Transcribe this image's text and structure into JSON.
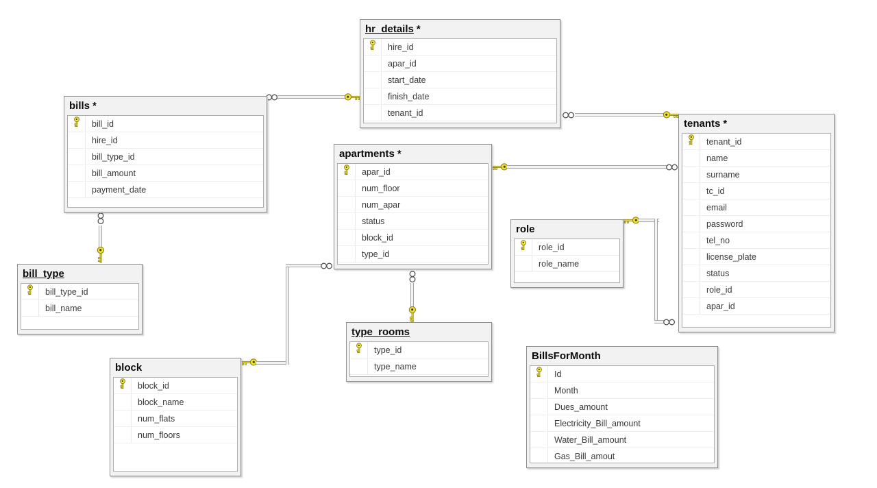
{
  "colors": {
    "key_yellow": "#f1e336",
    "key_outline": "#8a7d15",
    "connector_gray": "#a6a6a6",
    "table_header_bg": "#f2f2f2",
    "row_text": "#3a3a3a"
  },
  "icons": {
    "primary_key": "key-icon",
    "one_end": "key-icon",
    "many_end": "infinity-icon"
  },
  "tables": {
    "hr_details": {
      "label": "hr_details",
      "star": "*",
      "columns": [
        {
          "name": "hire_id",
          "pk": true
        },
        {
          "name": "apar_id",
          "pk": false
        },
        {
          "name": "start_date",
          "pk": false
        },
        {
          "name": "finish_date",
          "pk": false
        },
        {
          "name": "tenant_id",
          "pk": false
        }
      ]
    },
    "bills": {
      "label": "bills",
      "star": "*",
      "columns": [
        {
          "name": "bill_id",
          "pk": true
        },
        {
          "name": "hire_id",
          "pk": false
        },
        {
          "name": "bill_type_id",
          "pk": false
        },
        {
          "name": "bill_amount",
          "pk": false
        },
        {
          "name": "payment_date",
          "pk": false
        }
      ]
    },
    "tenants": {
      "label": "tenants",
      "star": "*",
      "columns": [
        {
          "name": "tenant_id",
          "pk": true
        },
        {
          "name": "name",
          "pk": false
        },
        {
          "name": "surname",
          "pk": false
        },
        {
          "name": "tc_id",
          "pk": false
        },
        {
          "name": "email",
          "pk": false
        },
        {
          "name": "password",
          "pk": false
        },
        {
          "name": "tel_no",
          "pk": false
        },
        {
          "name": "license_plate",
          "pk": false
        },
        {
          "name": "status",
          "pk": false
        },
        {
          "name": "role_id",
          "pk": false
        },
        {
          "name": "apar_id",
          "pk": false
        }
      ]
    },
    "apartments": {
      "label": "apartments",
      "star": "*",
      "columns": [
        {
          "name": "apar_id",
          "pk": true
        },
        {
          "name": "num_floor",
          "pk": false
        },
        {
          "name": "num_apar",
          "pk": false
        },
        {
          "name": "status",
          "pk": false
        },
        {
          "name": "block_id",
          "pk": false
        },
        {
          "name": "type_id",
          "pk": false
        }
      ]
    },
    "role": {
      "label": "role",
      "star": "",
      "columns": [
        {
          "name": "role_id",
          "pk": true
        },
        {
          "name": "role_name",
          "pk": false
        }
      ]
    },
    "bill_type": {
      "label": "bill_type",
      "star": "",
      "columns": [
        {
          "name": "bill_type_id",
          "pk": true
        },
        {
          "name": "bill_name",
          "pk": false
        }
      ]
    },
    "type_rooms": {
      "label": "type_rooms",
      "star": "",
      "columns": [
        {
          "name": "type_id",
          "pk": true
        },
        {
          "name": "type_name",
          "pk": false
        }
      ]
    },
    "block": {
      "label": "block",
      "star": "",
      "columns": [
        {
          "name": "block_id",
          "pk": true
        },
        {
          "name": "block_name",
          "pk": false
        },
        {
          "name": "num_flats",
          "pk": false
        },
        {
          "name": "num_floors",
          "pk": false
        }
      ]
    },
    "BillsForMonth": {
      "label": "BillsForMonth",
      "star": "",
      "columns": [
        {
          "name": "Id",
          "pk": true
        },
        {
          "name": "Month",
          "pk": false
        },
        {
          "name": "Dues_amount",
          "pk": false
        },
        {
          "name": "Electricity_Bill_amount",
          "pk": false
        },
        {
          "name": "Water_Bill_amount",
          "pk": false
        },
        {
          "name": "Gas_Bill_amout",
          "pk": false
        }
      ]
    }
  },
  "relationships": [
    {
      "one": "hr_details",
      "many": "bills"
    },
    {
      "one": "tenants",
      "many": "hr_details"
    },
    {
      "one": "apartments",
      "many": "tenants"
    },
    {
      "one": "role",
      "many": "tenants"
    },
    {
      "one": "bill_type",
      "many": "bills"
    },
    {
      "one": "block",
      "many": "apartments"
    },
    {
      "one": "type_rooms",
      "many": "apartments"
    }
  ]
}
